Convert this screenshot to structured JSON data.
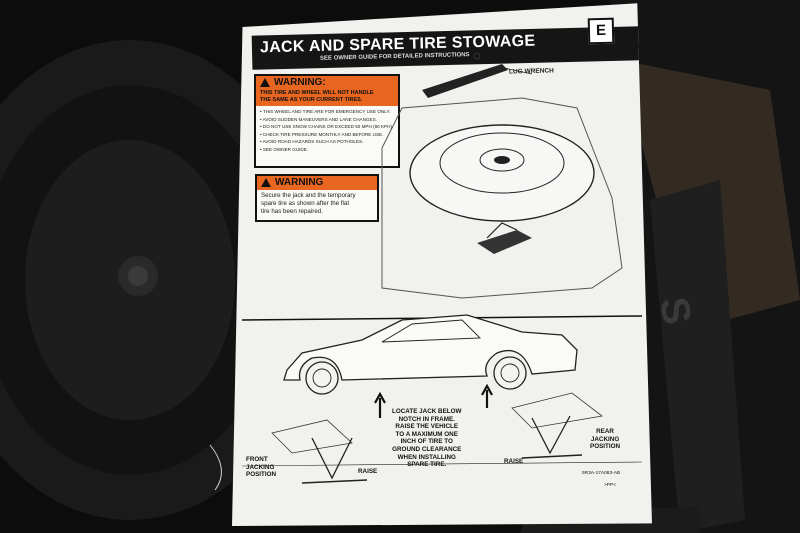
{
  "label": {
    "badge": "E",
    "title": "JACK AND SPARE TIRE STOWAGE",
    "subtitle": "SEE OWNER GUIDE FOR DETAILED INSTRUCTIONS",
    "lug_wrench": "LUG WRENCH",
    "warning1": {
      "heading": "WARNING:",
      "sub_line1": "THIS TIRE AND WHEEL WILL NOT HANDLE",
      "sub_line2": "THE SAME AS YOUR CURRENT TIRES.",
      "items": [
        "THIS WHEEL AND TIRE ARE FOR EMERGENCY USE ONLY.",
        "AVOID SUDDEN MANEUVERS AND LANE CHANGES.",
        "DO NOT USE SNOW CHAINS OR EXCEED 50 MPH (80 KPH).",
        "CHECK TIRE PRESSURE MONTHLY AND BEFORE USE.",
        "AVOID ROAD HAZARDS SUCH AS POTHOLES.",
        "SEE OWNER GUIDE."
      ]
    },
    "warning2": {
      "heading": "WARNING",
      "text": "Secure the jack and the temporary\nspare tire as shown after the flat\ntire has been repaired."
    },
    "front_jacking": "FRONT\nJACKING\nPOSITION",
    "raise_left": "RAISE",
    "center_instructions": "LOCATE JACK BELOW\nNOTCH IN FRAME.\nRAISE THE VEHICLE\nTO A MAXIMUM ONE\nINCH OF TIRE TO\nGROUND CLEARANCE\nWHEN INSTALLING\nSPARE TIRE.",
    "raise_right": "RAISE",
    "rear_jacking": "REAR\nJACKING\nPOSITION",
    "part_number": "5R3A-17A083-AB",
    "material_code": ">PP<"
  },
  "colors": {
    "warning_orange": "#e8661f",
    "title_bar": "#151515",
    "paper": "#f1f1ee",
    "background": "#0b0b0b"
  }
}
